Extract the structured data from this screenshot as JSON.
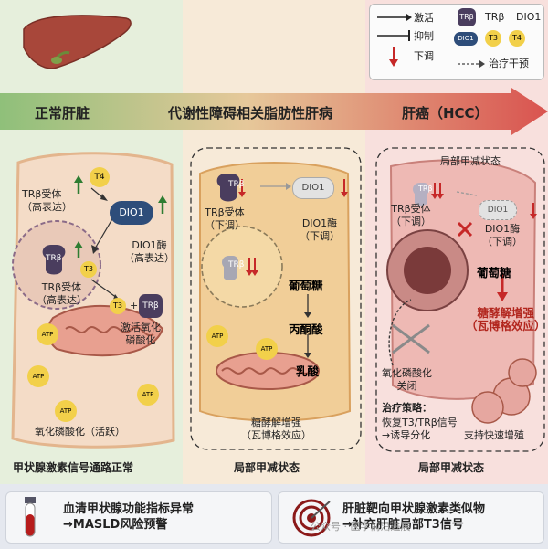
{
  "legend": {
    "activate": "激活",
    "inhibit": "抑制",
    "downregulate": "下调",
    "treatment": "治疗干预",
    "trb": "TRβ",
    "trb2": "TRβ",
    "dio1": "DIO1",
    "dio1_2": "DIO1",
    "t3": "T3",
    "t4": "T4"
  },
  "stages": {
    "normal": "正常肝脏",
    "masld": "代谢性障碍相关脂肪性肝病",
    "hcc": "肝癌（HCC）"
  },
  "panel1": {
    "t4": "T4",
    "trb_receptor_1": "TRβ受体",
    "trb_receptor_2": "（高表达）",
    "dio1": "DIO1",
    "trb": "TRβ",
    "t3": "T3",
    "dio1_enzyme_1": "DIO1酶",
    "dio1_enzyme_2": "（高表达）",
    "nuc_receptor_1": "TRβ受体",
    "nuc_receptor_2": "（高表达）",
    "t3b": "T3",
    "plus": "+",
    "trb_b": "TRβ",
    "activate_1": "激活氧化",
    "activate_2": "磷酸化",
    "atp": "ATP",
    "oxphos": "氧化磷酸化（活跃）",
    "caption": "甲状腺激素信号通路正常"
  },
  "panel2": {
    "trb": "TRβ",
    "receptor_1": "TRβ受体",
    "receptor_2": "（下调）",
    "dio1": "DIO1",
    "dio1_enzyme_1": "DIO1酶",
    "dio1_enzyme_2": "（下调）",
    "trb_nuc": "TRβ",
    "glucose": "葡萄糖",
    "pyruvate": "丙酮酸",
    "lactate": "乳酸",
    "atp": "ATP",
    "glyco_1": "糖酵解增强",
    "glyco_2": "（瓦博格效应）",
    "caption": "局部甲减状态"
  },
  "panel3": {
    "title": "局部甲减状态",
    "trb": "TRβ",
    "receptor_1": "TRβ受体",
    "receptor_2": "（下调）",
    "dio1": "DIO1",
    "dio1_enzyme_1": "DIO1酶",
    "dio1_enzyme_2": "（下调）",
    "glucose": "葡萄糖",
    "glyco_1": "糖酵解增强",
    "glyco_2": "（瓦博格效应）",
    "oxphos_1": "氧化磷酸化",
    "oxphos_2": "关闭",
    "strategy_title": "治疗策略：",
    "strategy_1": "恢复T3/TRβ信号",
    "strategy_2": "→诱导分化",
    "proliferation": "支持快速增殖",
    "caption": "局部甲减状态"
  },
  "bottom": {
    "left_1": "血清甲状腺功能指标异常",
    "left_2": "→MASLD风险预警",
    "right_1": "肝脏靶向甲状腺激素类似物",
    "right_2": "→补充肝脏局部T3信号",
    "watermark": "公众号 · 医学前沿进展"
  }
}
